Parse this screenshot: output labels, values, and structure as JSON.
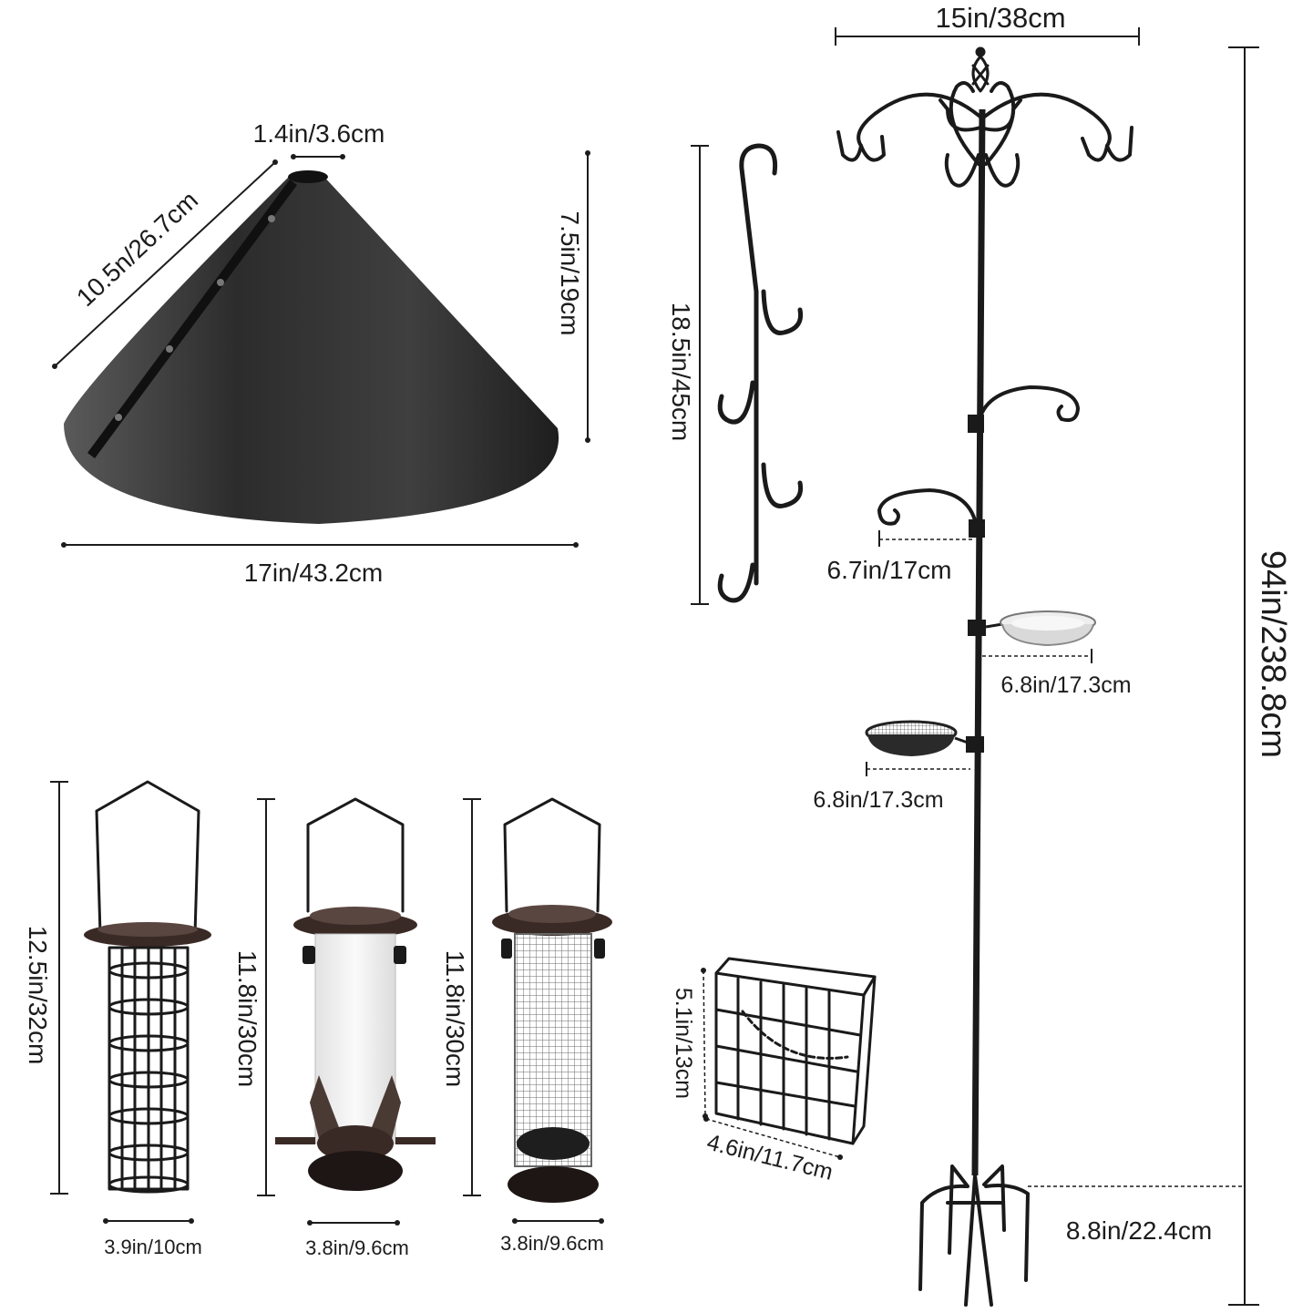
{
  "dimensions": {
    "pole_width": "15in/38cm",
    "pole_height": "94in/238.8cm",
    "base_spread": "8.8in/22.4cm",
    "baffle_top_hole": "1.4in/3.6cm",
    "baffle_slant": "10.5n/26.7cm",
    "baffle_height": "7.5in/19cm",
    "baffle_diameter": "17in/43.2cm",
    "hanger_length": "18.5in/45cm",
    "arm_length": "6.7in/17cm",
    "tray_clear_width": "6.8in/17.3cm",
    "tray_mesh_width": "6.8in/17.3cm",
    "fatball_height": "12.5in/32cm",
    "fatball_width": "3.9in/10cm",
    "seed_height": "11.8in/30cm",
    "seed_width": "3.8in/9.6cm",
    "nut_height": "11.8in/30cm",
    "nut_width": "3.8in/9.6cm",
    "suet_height": "5.1in/13cm",
    "suet_width": "4.6in/11.7cm"
  },
  "colors": {
    "metal": "#1a1a1a",
    "baffle": "#2e2e2e",
    "feeder_top": "#3a2a26",
    "tray_clear": "#d9d9d9"
  }
}
